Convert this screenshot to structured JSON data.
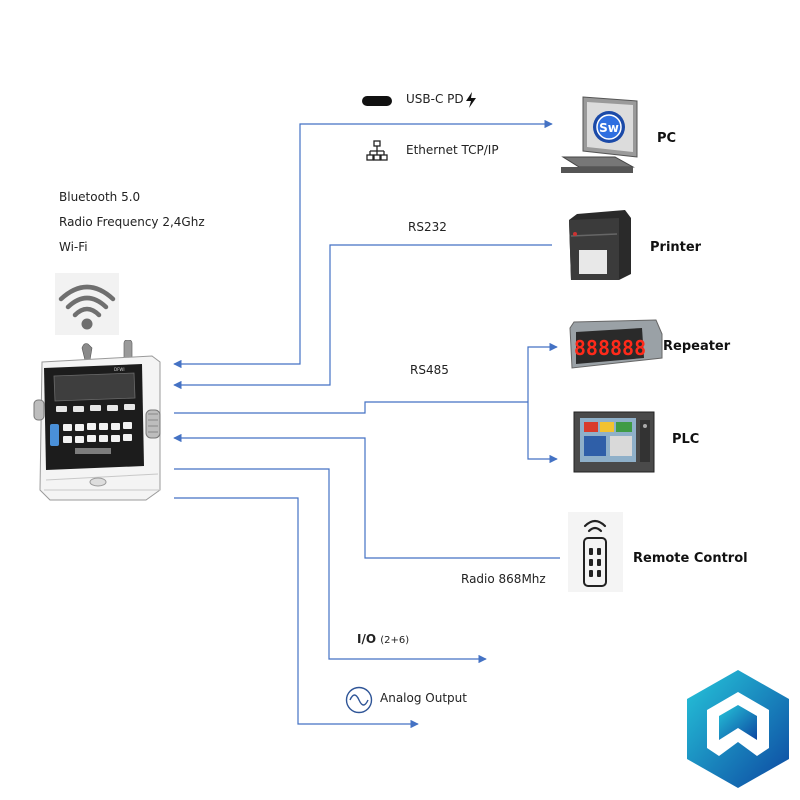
{
  "wireless": {
    "bluetooth": "Bluetooth 5.0",
    "radio_frequency": "Radio Frequency 2,4Ghz",
    "wifi": "Wi-Fi"
  },
  "connections": {
    "usb": "USB-C PD",
    "ethernet": "Ethernet TCP/IP",
    "rs232": "RS232",
    "rs485": "RS485",
    "radio": "Radio 868Mhz",
    "io_main": "I/O",
    "io_sub": "(2+6)",
    "analog": "Analog Output"
  },
  "devices": {
    "pc": "PC",
    "pc_badge": "Sw",
    "printer": "Printer",
    "repeater": "Repeater",
    "repeater_display": "888888",
    "plc": "PLC",
    "remote": "Remote Control"
  },
  "colors": {
    "line": "#4472c4",
    "logo_dark": "#0d47a1",
    "logo_light": "#26c6da",
    "display_red": "#ff2a1a"
  }
}
